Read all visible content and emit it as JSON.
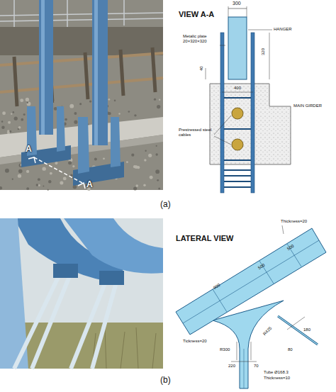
{
  "diagram": {
    "labels": [
      "A",
      "A",
      "(a)",
      "VIEW A-A",
      "300",
      "HANGER",
      "Metalic plate 20×320×320",
      "40",
      "320",
      "400",
      "MAIN GIRDER",
      "Prestressed steel cables",
      "(b)",
      "LATERAL VIEW",
      "Thickness=20",
      "500",
      "500",
      "900",
      "Tickness=20",
      "180",
      "80",
      "R425",
      "R300",
      "220",
      "70",
      "Tube Ø168.3",
      "Thickness=10"
    ]
  }
}
